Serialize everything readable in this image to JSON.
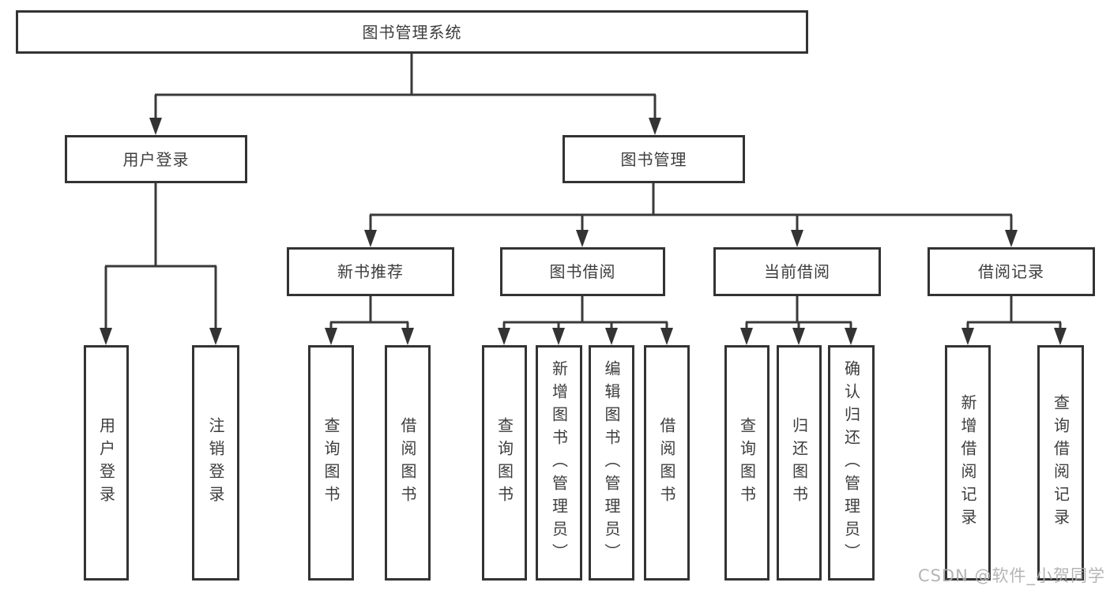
{
  "diagram": {
    "title": "图书管理系统",
    "root": {
      "label": "图书管理系统"
    },
    "branches": [
      {
        "label": "用户登录",
        "children": [
          {
            "label": "用户登录"
          },
          {
            "label": "注销登录"
          }
        ]
      },
      {
        "label": "图书管理",
        "children": [
          {
            "label": "新书推荐",
            "children": [
              {
                "label": "查询图书"
              },
              {
                "label": "借阅图书"
              }
            ]
          },
          {
            "label": "图书借阅",
            "children": [
              {
                "label": "查询图书"
              },
              {
                "label": "新增图书（管理员）"
              },
              {
                "label": "编辑图书（管理员）"
              },
              {
                "label": "借阅图书"
              }
            ]
          },
          {
            "label": "当前借阅",
            "children": [
              {
                "label": "查询图书"
              },
              {
                "label": "归还图书"
              },
              {
                "label": "确认归还（管理员）"
              }
            ]
          },
          {
            "label": "借阅记录",
            "children": [
              {
                "label": "新增借阅记录"
              },
              {
                "label": "查询借阅记录"
              }
            ]
          }
        ]
      }
    ]
  },
  "watermark": "CSDN @软件_小贺同学",
  "colors": {
    "line": "#3a3a3a",
    "box_border": "#333333",
    "text": "#3d3d3d",
    "watermark": "#afafaf",
    "background": "#ffffff"
  }
}
